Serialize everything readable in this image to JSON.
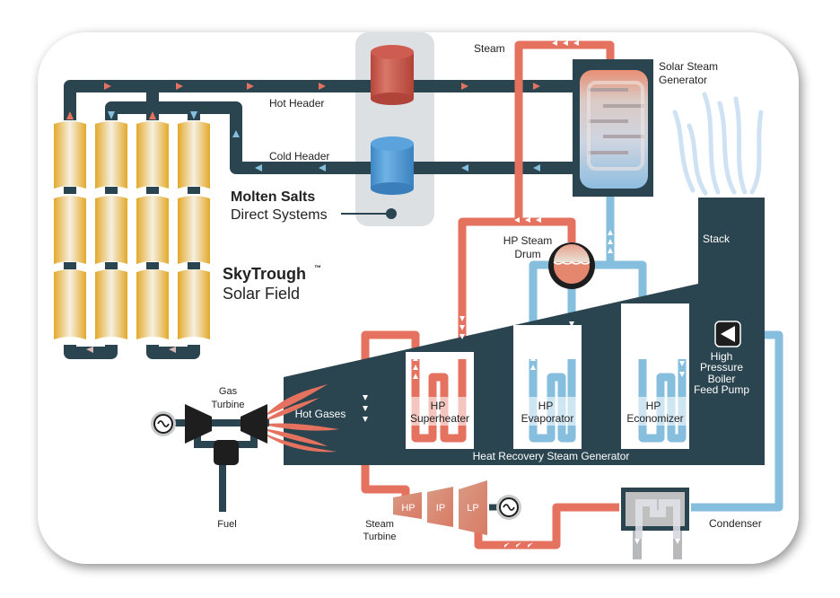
{
  "diagram": {
    "title": "Integrated Solar Combined Cycle with Molten Salt Direct System",
    "colors": {
      "dark_pipe": "#2b4550",
      "hot_pipe": "#e5725f",
      "cold_pipe": "#86bede",
      "hot_tank": "#c9564a",
      "cold_tank": "#4a96d3",
      "collector": "#e7b53c",
      "tank_panel": "#dde0e2",
      "black": "#1e1e1e",
      "grey_outlet": "#b7b9bb"
    },
    "labels": {
      "hot_header": "Hot Header",
      "cold_header": "Cold Header",
      "molten_salts": "Molten Salts",
      "direct_systems": "Direct Systems",
      "skytrough": "SkyTrough",
      "skytrough_tm": "™",
      "solar_field": "Solar Field",
      "steam": "Steam",
      "solar_steam_generator_1": "Solar Steam",
      "solar_steam_generator_2": "Generator",
      "stack": "Stack",
      "hp_steam_drum_1": "HP Steam",
      "hp_steam_drum_2": "Drum",
      "hp_superheater_1": "HP",
      "hp_superheater_2": "Superheater",
      "hp_evaporator_1": "HP",
      "hp_evaporator_2": "Evaporator",
      "hp_economizer_1": "HP",
      "hp_economizer_2": "Economizer",
      "feed_pump_1": "High",
      "feed_pump_2": "Pressure",
      "feed_pump_3": "Boiler",
      "feed_pump_4": "Feed Pump",
      "hrsg": "Heat Recovery Steam Generator",
      "hot_gases": "Hot Gases",
      "gas_turbine_1": "Gas",
      "gas_turbine_2": "Turbine",
      "fuel": "Fuel",
      "steam_turbine_1": "Steam",
      "steam_turbine_2": "Turbine",
      "turbine_hp": "HP",
      "turbine_ip": "IP",
      "turbine_lp": "LP",
      "condenser": "Condenser"
    }
  }
}
